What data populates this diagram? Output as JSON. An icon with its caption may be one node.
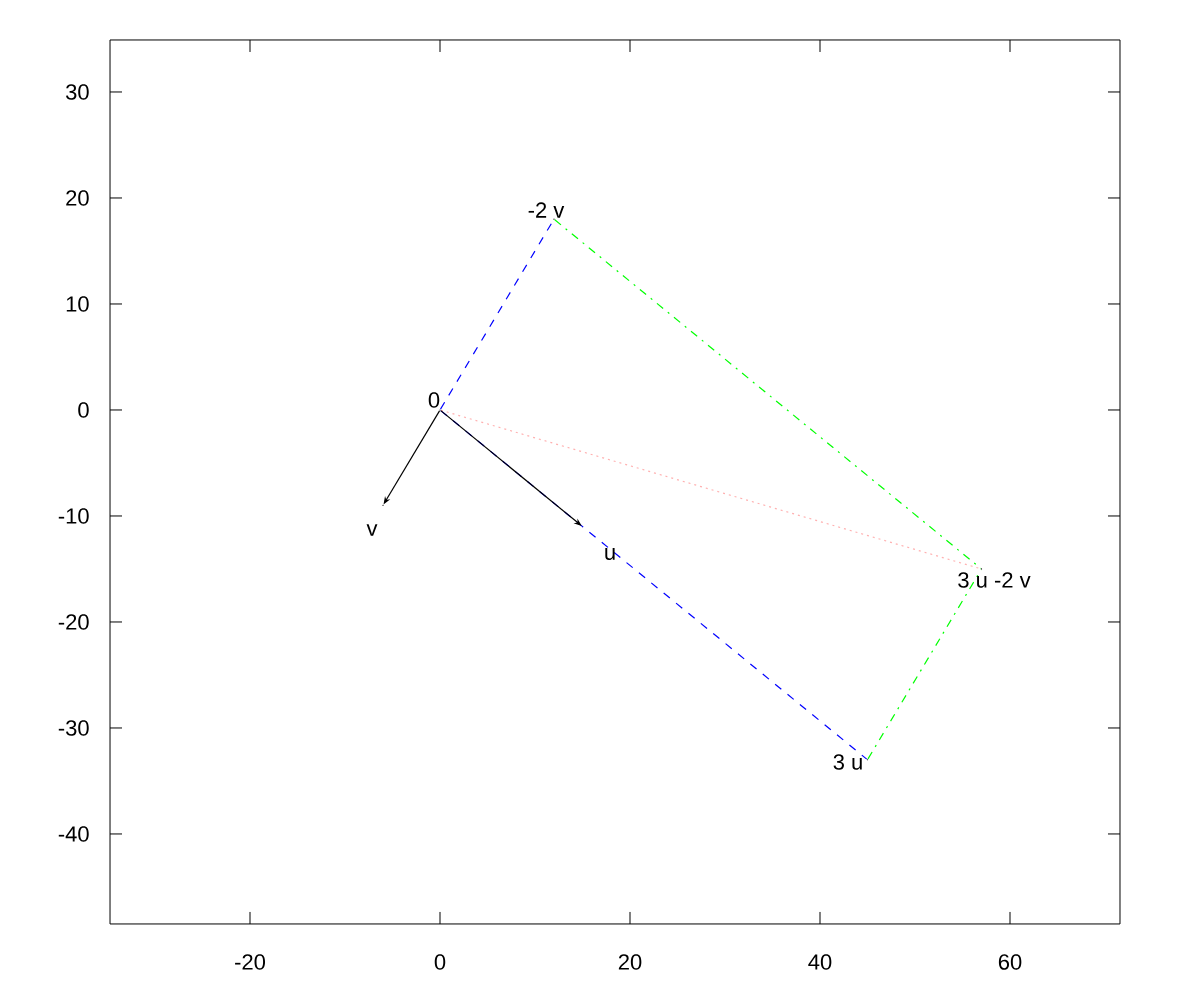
{
  "diagram": {
    "nodes": [
      {
        "text": [],
        "shape": "point",
        "beside": [
          "0"
        ]
      },
      {
        "text": [],
        "shape": "point",
        "beside": [
          "u"
        ]
      },
      {
        "text": [],
        "shape": "point",
        "beside": [
          "v"
        ]
      },
      {
        "text": [],
        "shape": "point",
        "beside": [
          "-2 v"
        ]
      },
      {
        "text": [],
        "shape": "point",
        "beside": [
          "3 u"
        ]
      },
      {
        "text": [],
        "shape": "point",
        "beside": [
          "3 u -2 v"
        ]
      }
    ],
    "edges": [
      {
        "from": 0,
        "to": 3,
        "arrow": "none",
        "style": "dashed",
        "color": "#0000ff"
      },
      {
        "from": 0,
        "to": 4,
        "arrow": "none",
        "style": "dashed",
        "color": "#0000ff"
      },
      {
        "from": 3,
        "to": 5,
        "arrow": "none",
        "style": "dashed",
        "color": "#00ff00"
      },
      {
        "from": 4,
        "to": 5,
        "arrow": "none",
        "style": "dashed",
        "color": "#00ff00"
      },
      {
        "from": 0,
        "to": 5,
        "arrow": "none",
        "style": "dashed",
        "color": "#ffb0b0"
      },
      {
        "from": 0,
        "to": 1,
        "arrow": "to",
        "color": "#000000"
      },
      {
        "from": 0,
        "to": 2,
        "arrow": "to",
        "color": "#000000"
      }
    ],
    "labels": [
      "30",
      "20",
      "10",
      "0",
      "-10",
      "-20",
      "-30",
      "-40",
      "-20",
      "0",
      "20",
      "40",
      "60"
    ]
  }
}
